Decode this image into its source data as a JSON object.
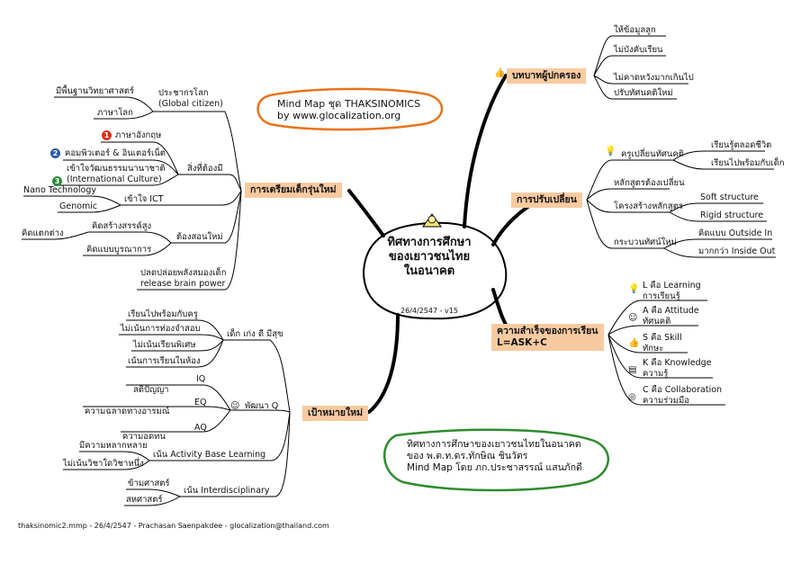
{
  "center": {
    "title_lines": [
      "ทิศทางการศึกษา",
      "ของเยาวชนไทย",
      "ในอนาคต"
    ],
    "date": "26/4/2547 - v15"
  },
  "notes": {
    "orange_lines": [
      "Mind Map ชุด THAKSINOMICS",
      "by www.glocalization.org"
    ],
    "green_lines": [
      "ทิศทางการศึกษาของเยาวชนไทยในอนาคต",
      "ของ พ.ต.ท.ดร.ทักษิณ ชินวัตร",
      "Mind Map โดย ภก.ประชาสรรณ์ แสนภักดี"
    ]
  },
  "footer": "thaksinomic2.mmp - 26/4/2547 - Prachasan Saenpakdee - glocalization@thailand.com",
  "branches": {
    "parents": {
      "label": "บทบาทผู้ปกครอง",
      "icon": "thumbs-up-icon",
      "items": [
        "ให้ข้อมูลลูก",
        "ไม่บังคับเรียน",
        "ไม่คาดหวังมากเกินไป",
        "ปรับทัศนคติใหม่"
      ]
    },
    "change": {
      "label": "การปรับเปลี่ยน",
      "groups": [
        {
          "label": "ครูเปลี่ยนทัศนคติ",
          "icon": "lightbulb-icon",
          "items": [
            "เรียนรู้ตลอดชีวิต",
            "เรียนไปพร้อมกับเด็ก"
          ]
        },
        {
          "label": "หลักสูตรต้องเปลี่ยน",
          "items": []
        },
        {
          "label": "โครงสร้างหลักสูตร",
          "items": [
            "Soft structure",
            "Rigid structure"
          ]
        },
        {
          "label": "กระบวนทัศน์ใหม่",
          "items": [
            "คิดแบบ Outside In",
            "มากกว่า Inside Out"
          ]
        }
      ]
    },
    "success": {
      "label_lines": [
        "ความสำเร็จของการเรียน",
        "L=ASK+C"
      ],
      "items": [
        {
          "line1": "L คือ Learning",
          "line2": "การเรียนรู้",
          "icon": "lightbulb-icon"
        },
        {
          "line1": "A คือ Attitude",
          "line2": "ทัศนคติ",
          "icon": "smiley-icon"
        },
        {
          "line1": "S คือ Skill",
          "line2": "ทักษะ",
          "icon": "thumbs-up-icon"
        },
        {
          "line1": "K คือ Knowledge",
          "line2": "ความรู้",
          "icon": "book-icon"
        },
        {
          "line1": "C คือ Collaboration",
          "line2": "ความร่วมมือ",
          "icon": "people-icon"
        }
      ]
    },
    "prepare": {
      "label": "การเตรียมเด็กรุ่นใหม่",
      "citizen": {
        "label_lines": [
          "ประชากรโลก",
          "(Global citizen)"
        ],
        "items": [
          "มีพื้นฐานวิทยาศาสตร์",
          "ภาษาโลก"
        ]
      },
      "needs": {
        "label": "สิ่งที่ต้องมี",
        "items": [
          {
            "text": "ภาษาอังกฤษ",
            "num": "1",
            "color": "#d9301f"
          },
          {
            "text": "คอมพิวเตอร์ & อินเตอร์เน็ต",
            "num": "2",
            "color": "#2a5aa8"
          },
          {
            "text": "เข้าใจวัฒนธรรมนานาชาติ",
            "text2": "(International Culture)",
            "num": "3",
            "color": "#2e8b3a"
          }
        ]
      },
      "ict": {
        "label": "เข้าใจ ICT",
        "items": [
          "Nano Technology",
          "Genomic"
        ]
      },
      "teach": {
        "label": "ต้องสอนใหม่",
        "items": [
          {
            "text": "คิดสร้างสรรค์สูง",
            "sub": "คิดแตกต่าง"
          },
          {
            "text": "คิดแบบบูรณาการ"
          }
        ]
      },
      "brain_lines": [
        "ปลดปล่อยพลังสมองเด็ก",
        "release brain power"
      ]
    },
    "goals": {
      "label": "เป้าหมายใหม่",
      "kid": {
        "label": "เด็ก เก่ง ดี มีสุข",
        "items": [
          "เรียนไปพร้อมกับครู",
          "ไม่เน้นการท่องจำสอบ",
          "ไม่เน้นเรียนพิเศษ",
          "เน้นการเรียนในห้อง"
        ]
      },
      "q": {
        "label": "พัฒนา Q",
        "icon": "smiley-icon",
        "items": [
          {
            "code": "IQ",
            "desc": "สติปัญญา"
          },
          {
            "code": "EQ",
            "desc": "ความฉลาดทางอารมณ์"
          },
          {
            "code": "AQ",
            "desc": "ความอดทน"
          }
        ]
      },
      "activity": {
        "label": "เน้น Activity Base Learning",
        "items": [
          "มีความหลากหลาย",
          "ไม่เน้นวิชาใดวิชาหนึ่ง"
        ]
      },
      "inter": {
        "label": "เน้น Interdisciplinary",
        "items": [
          "ข้ามศาสตร์",
          "สหศาสตร์"
        ]
      }
    }
  }
}
